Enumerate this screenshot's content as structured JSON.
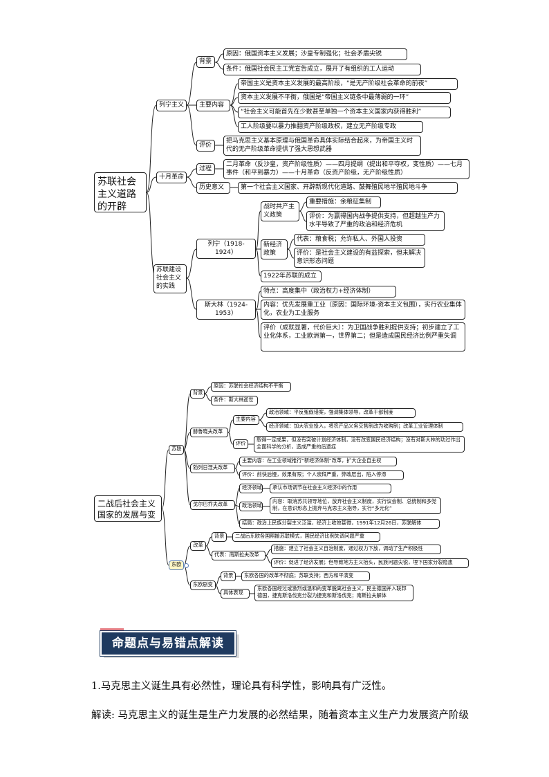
{
  "map1": {
    "root": "苏联社会主义道路的开辟",
    "lenin": {
      "label": "列宁主义",
      "bg": {
        "label": "背景",
        "items": [
          "原因：俄国资本主义发展；沙皇专制强化；社会矛盾尖锐",
          "条件：俄国社会民主工党宣告成立，展开了有组织的工人运动"
        ]
      },
      "content": {
        "label": "主要内容",
        "items": [
          "帝国主义是资本主义发展的最高阶段，“是无产阶级社会革命的前夜”",
          "资本主义发展不平衡，俄国是“帝国主义链条中最薄弱的一环”",
          "“社会主义可能首先在少数甚至单独一个资本主义国家内获得胜利”",
          "工人阶级要以暴力推翻资产阶级政权，建立无产阶级专政"
        ]
      },
      "eval": {
        "label": "评价",
        "text": "把马克思主义基本原理与俄国革命具体实际结合起来，为帝国主义时代的无产阶级革命提供了强大思想武器"
      }
    },
    "october": {
      "label": "十月革命",
      "process": {
        "label": "过程",
        "text": "二月革命（反沙皇，资产阶级性质）——四月提纲（提出和平夺权，变性质）——七月事件（和平到暴力）——十月革命（反资产阶级，无产阶级性质）"
      },
      "meaning": {
        "label": "历史意义",
        "text": "第一个社会主义国家、开辟新现代化道路、鼓舞殖民地半殖民地斗争"
      }
    },
    "practice": {
      "label": "苏联建设社会主义的实践",
      "lenin_period": {
        "label": "列宁（1918-1924）",
        "war": {
          "label": "战时共产主义政策",
          "items": [
            "重要措施：余粮征集制",
            "评价：为赢得国内战争提供支持，但超越生产力水平导致了严重的政治和经济危机"
          ]
        },
        "nep": {
          "label": "新经济政策",
          "items": [
            "代表：粮食税；允许私人、外国人投资",
            "评价：是社会主义建设的有益探索，但未解决意识形态问题"
          ]
        },
        "ussr": "1922年苏联的成立"
      },
      "stalin": {
        "label": "斯大林（1924-1953）",
        "items": [
          "特点：高度集中（政治权力+经济体制）",
          "内容：优先发展重工业（原因：国际环境-资本主义包围），实行农业集体化，农业为工业服务",
          "评价（成就显著，代价巨大）：为卫国战争胜利提供支持；初步建立了工业化体系，工业欧洲第一，世界第二；但是造成国民经济比例严重失调"
        ]
      }
    }
  },
  "map2": {
    "root": "二战后社会主义国家的发展与变化",
    "ussr": {
      "label": "苏联",
      "background": {
        "label": "背景",
        "items": [
          "原因：苏联社会经济结构不平衡",
          "条件：斯大林逝世"
        ]
      },
      "khrushchev": {
        "label": "赫鲁晓夫改革",
        "content": {
          "label": "主要内容",
          "items": [
            "政治领域：平反冤假错案，强调集体领导，改革干部制度",
            "经济领域：加大农业投入，将农产品义务交售制改为收购制；改革工业管理体制"
          ]
        },
        "eval": {
          "label": "评价",
          "text": "取得一定成果，但没有突破计划经济体制，没有改变国民经济结构；没有对斯大林的功过作出全面科学的分析，造成严重的后遗症"
        }
      },
      "brezhnev": {
        "label": "勃列日涅夫改革",
        "items": [
          "主要内容：在工业领域推行“新经济体制”改革，扩大企业自主权",
          "评价：前快后慢，效果有限；个人崇拜严重，弊政层出，陷入停滞"
        ]
      },
      "gorbachev": {
        "label": "戈尔巴乔夫改革",
        "econ": {
          "label": "经济领域",
          "text": "承认市场调节在社会主义经济中的作用"
        },
        "politics": {
          "label": "政治领域",
          "text": "内容：取消苏共领导地位，放弃社会主义制度，实行议会制、总统制和多党制，在意识形态上抛弃马克思主义指导，实行“多元化”"
        },
        "result": "结局：政治上民族分裂主义泛滥，经济上收效甚微，1991年12月26日，苏联解体"
      }
    },
    "east": {
      "label": "东欧",
      "reform": {
        "label": "改革",
        "background": {
          "label": "背景",
          "text": "二战后东欧各国照搬苏联模式，国民经济比例失调问题严重"
        },
        "yugo": {
          "label": "代表：南斯拉夫改革",
          "items": [
            "措施：建立了社会主义自治制度，通过权力下放，调动了生产积极性",
            "评价：促进了经济发展；但导致地方主义抬头，民族问题尖锐，埋下国家分裂隐患"
          ]
        }
      },
      "drastic": {
        "label": "东欧剧变",
        "background": {
          "label": "背景",
          "text": "东欧各国的改革不彻底；苏联支持；西方和平演变"
        },
        "manifest": {
          "label": "具体表现",
          "text": "东欧各国经过或激烈或温和的变革脱离社会主义，民主德国并入联邦德国，捷克斯洛伐克分裂为捷克和斯洛伐克；南斯拉夫解体"
        }
      }
    }
  },
  "section_title": "命题点与易错点解读",
  "paragraphs": [
    "1.马克思主义诞生具有必然性，理论具有科学性，影响具有广泛性。",
    "解读: 马克思主义的诞生是生产力发展的必然结果，随着资本主义生产力发展资产阶级"
  ]
}
